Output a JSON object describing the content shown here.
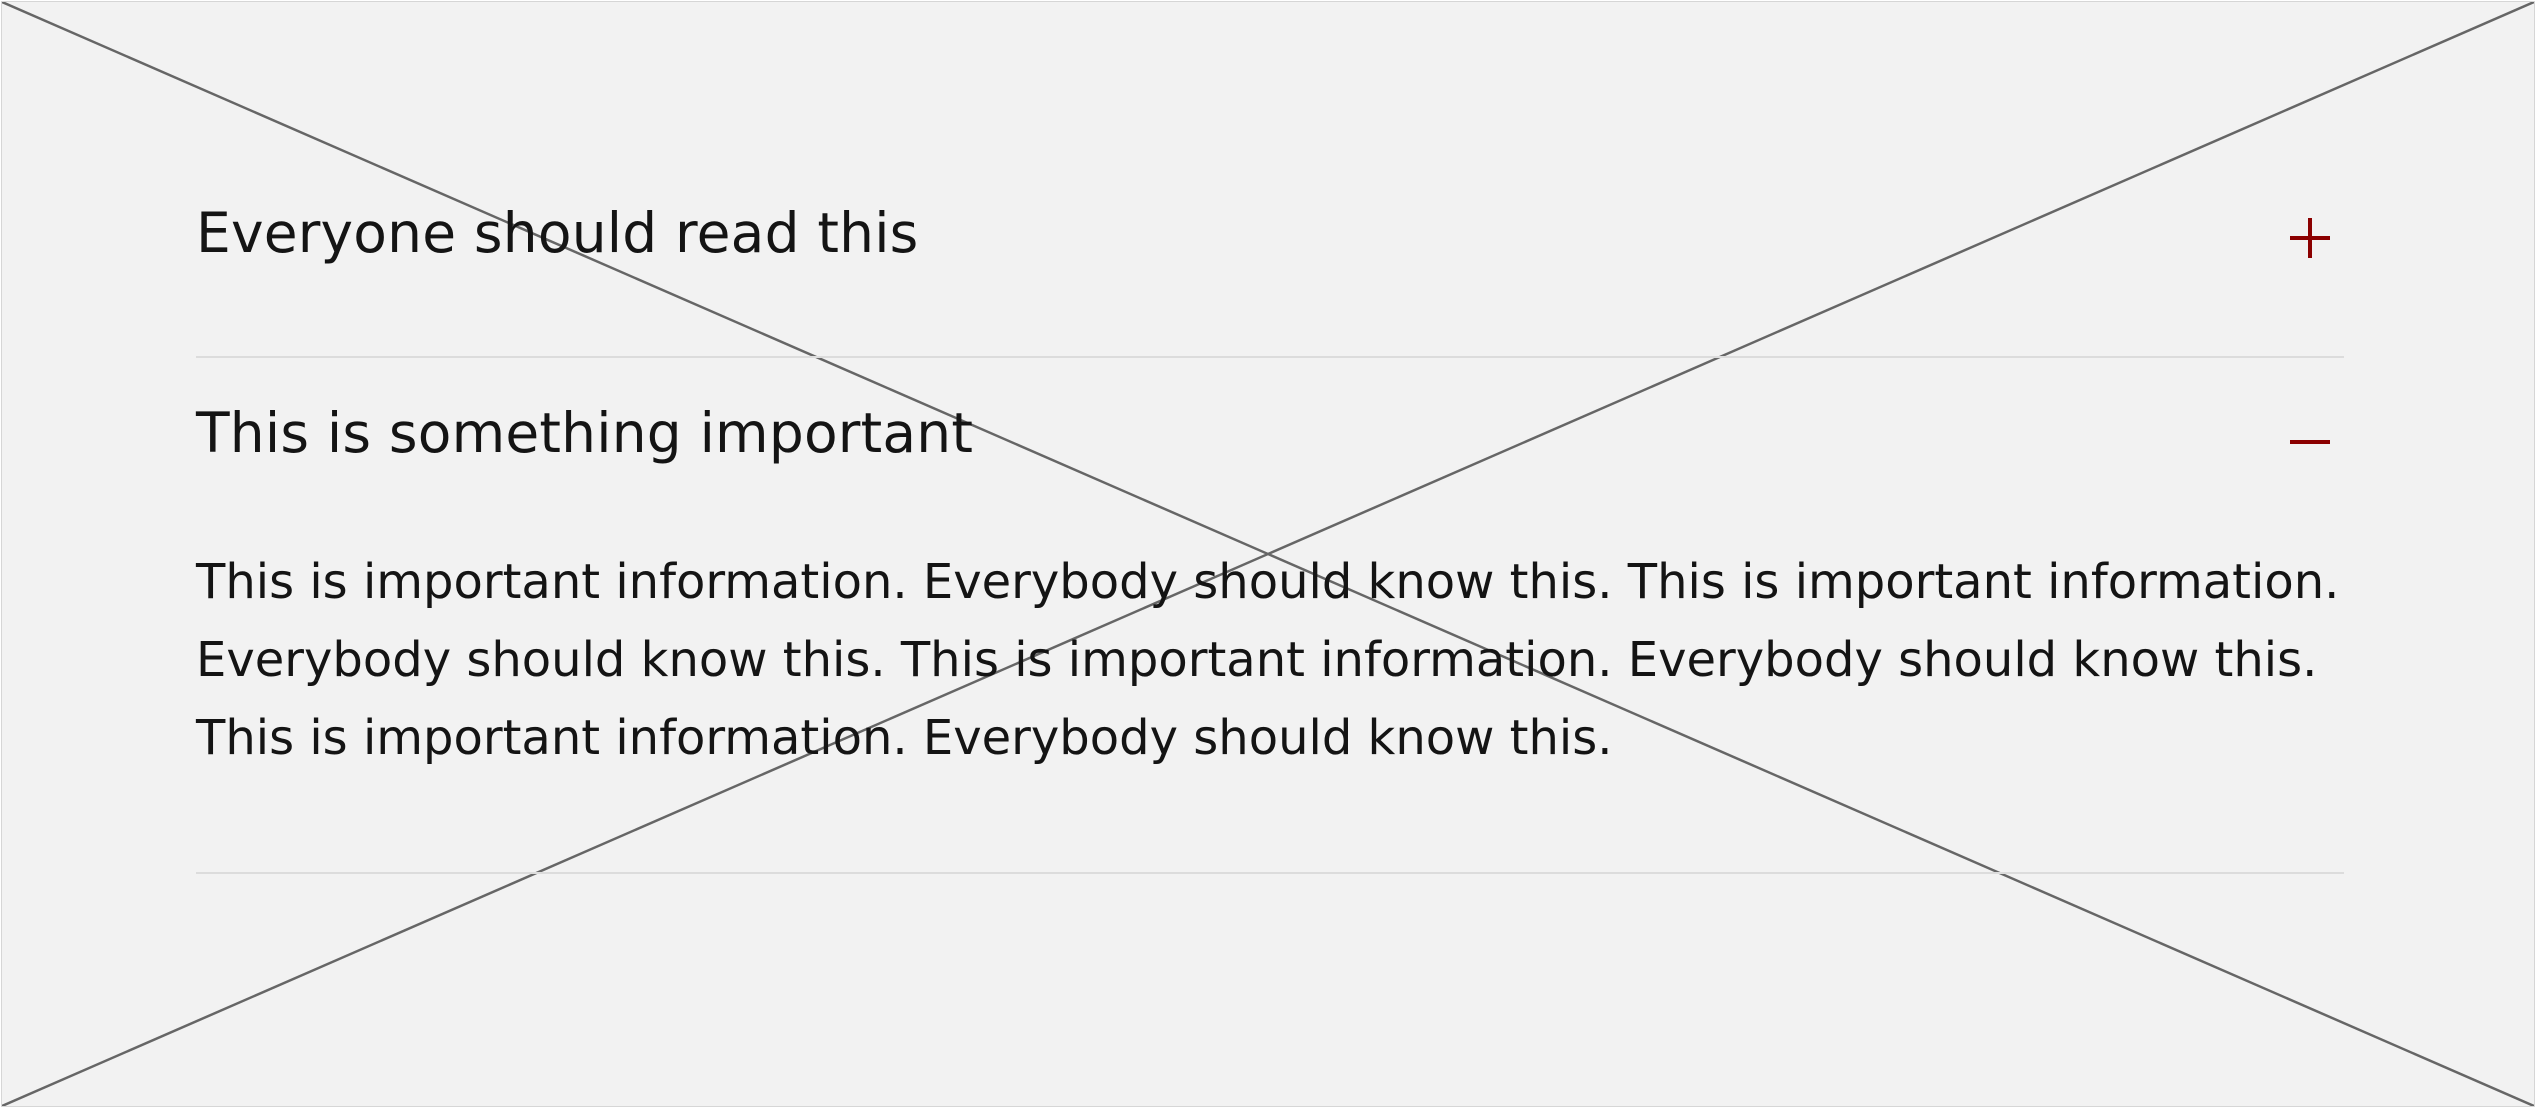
{
  "accordion": {
    "items": [
      {
        "title": "Everyone should read this",
        "expanded": false,
        "toggle_icon": "plus-icon"
      },
      {
        "title": "This is something important",
        "expanded": true,
        "toggle_icon": "minus-icon",
        "content": "This is important information. Everybody should know this. This is important information. Everybody should know this. This is important information. Everybody should know this. This is important information. Everybody should know this."
      }
    ]
  },
  "colors": {
    "background": "#f2f2f2",
    "accent": "#8b0000",
    "text": "#141414",
    "divider": "#dcdcdc",
    "placeholder_lines": "#666666"
  }
}
